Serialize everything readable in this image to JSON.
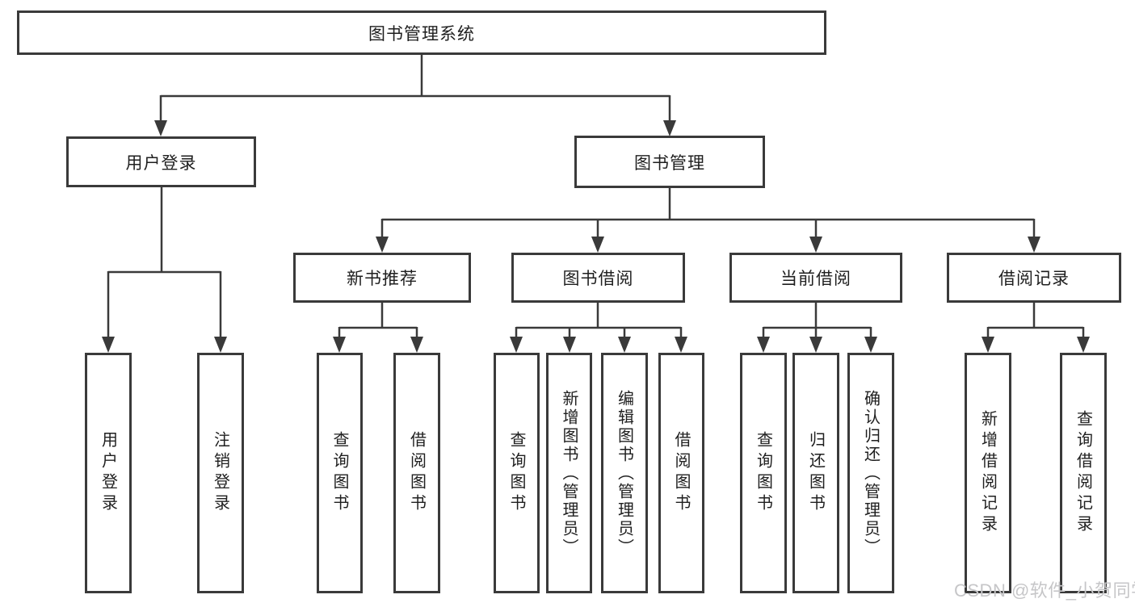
{
  "tree": {
    "label": "图书管理系统",
    "children": [
      {
        "label": "用户登录",
        "children": [
          {
            "label": "用户登录"
          },
          {
            "label": "注销登录"
          }
        ]
      },
      {
        "label": "图书管理",
        "children": [
          {
            "label": "新书推荐",
            "children": [
              {
                "label": "查询图书"
              },
              {
                "label": "借阅图书"
              }
            ]
          },
          {
            "label": "图书借阅",
            "children": [
              {
                "label": "查询图书"
              },
              {
                "label": "新增图书（管理员）"
              },
              {
                "label": "编辑图书（管理员）"
              },
              {
                "label": "借阅图书"
              }
            ]
          },
          {
            "label": "当前借阅",
            "children": [
              {
                "label": "查询图书"
              },
              {
                "label": "归还图书"
              },
              {
                "label": "确认归还（管理员）"
              }
            ]
          },
          {
            "label": "借阅记录",
            "children": [
              {
                "label": "新增借阅记录"
              },
              {
                "label": "查询借阅记录"
              }
            ]
          }
        ]
      }
    ]
  },
  "watermark": {
    "text": "CSDN @软件_小贺同学"
  },
  "colors": {
    "line": "#3a3a3a",
    "text": "#1f1f1f",
    "background": "#ffffff",
    "watermark": "#c6c6c8"
  }
}
